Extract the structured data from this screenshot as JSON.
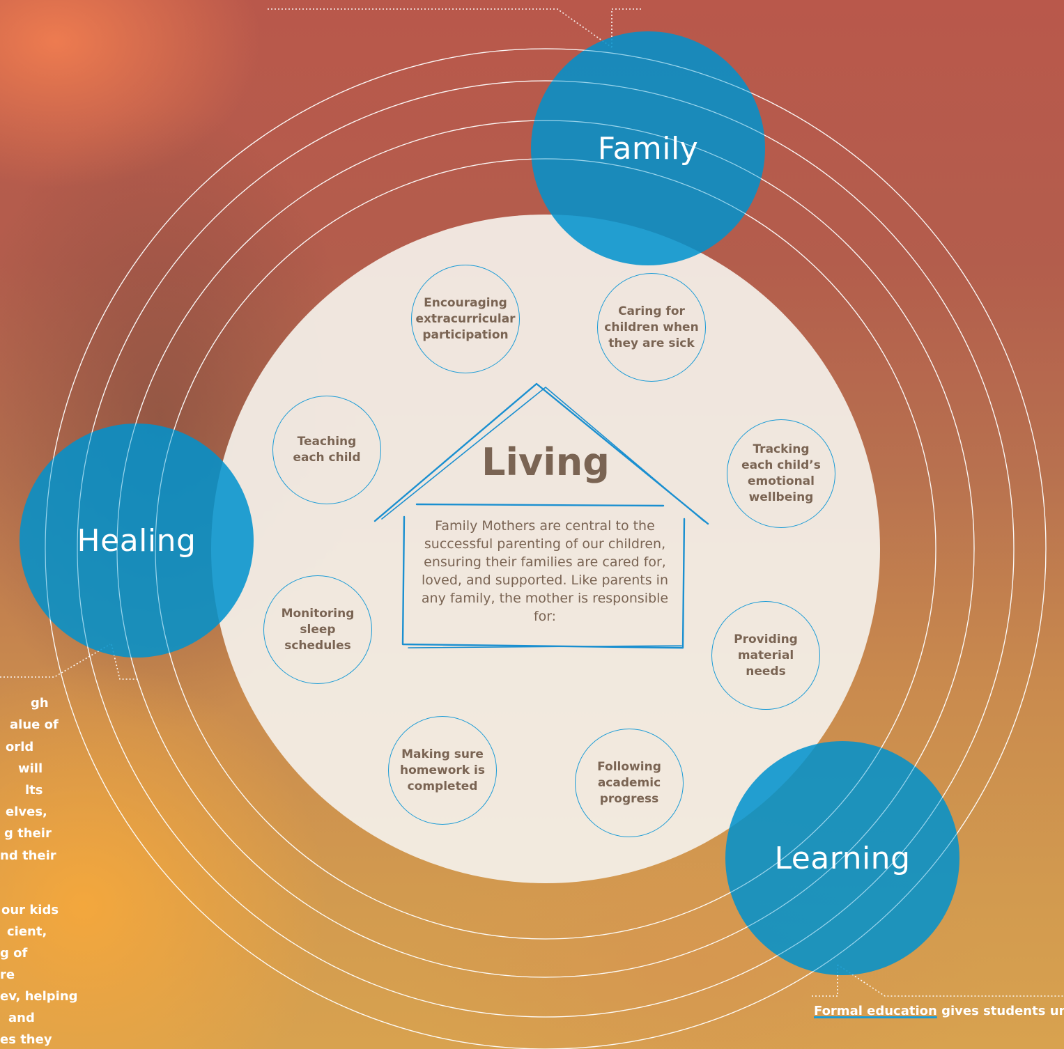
{
  "pillars": {
    "family": "Family",
    "healing": "Healing",
    "learning": "Learning"
  },
  "living": {
    "title": "Living",
    "description": "Family Mothers are central to the successful parenting of our children, ensuring their families are cared for, loved, and supported. Like parents in any family, the mother is responsible for:"
  },
  "responsibilities": [
    "Encouraging\nextracurricular\nparticipation",
    "Caring for\nchildren when\nthey are sick",
    "Tracking\neach child’s\nemotional\nwellbeing",
    "Providing\nmaterial\nneeds",
    "Following\nacademic\nprogress",
    "Making sure\nhomework is\ncompleted",
    "Monitoring\nsleep\nschedules",
    "Teaching\neach child"
  ],
  "healing_blurb_lines": [
    "gh",
    "alue of",
    "orld",
    "will",
    "lts",
    "elves,",
    "g their",
    "nd their",
    "",
    "our kids",
    "cient,",
    "g of",
    "re",
    "ev, helping",
    "and",
    "es they"
  ],
  "learning_blurb": {
    "highlight": "Formal education",
    "rest": " gives students understanding, creativity, and wi"
  },
  "colors": {
    "accent_blue": "#0091cd",
    "text_brown": "#7a6453",
    "circle_fill": "#f4f0ea"
  }
}
